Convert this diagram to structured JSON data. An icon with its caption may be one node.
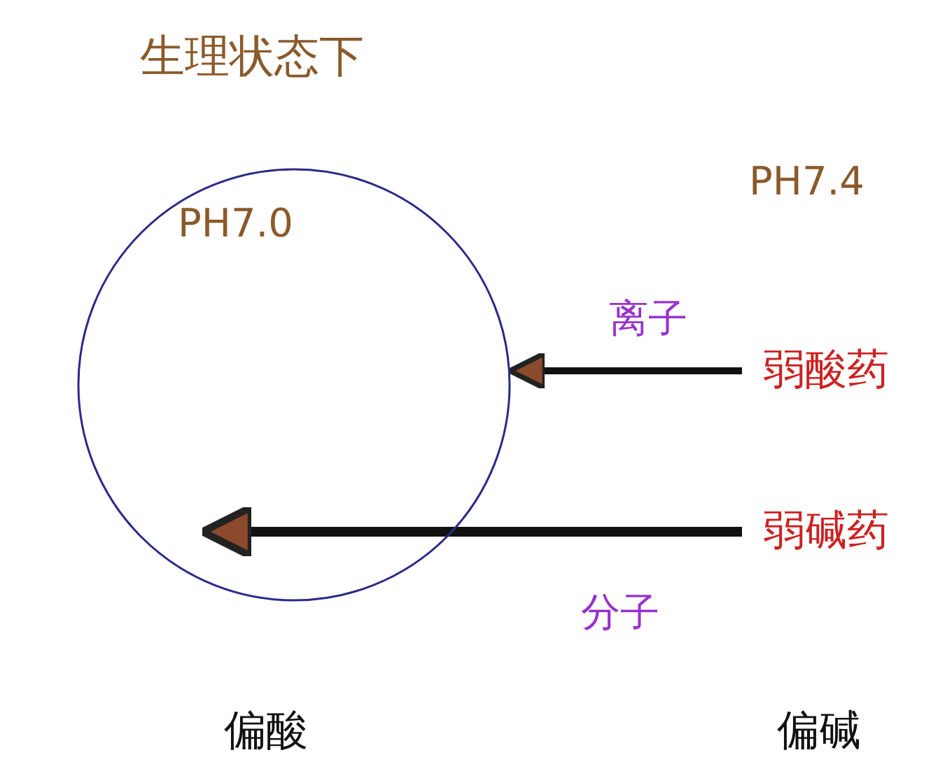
{
  "diagram": {
    "title": "生理状态下",
    "nodes": [
      {
        "text": [
          "PH7.0"
        ]
      },
      {
        "text": [
          "弱酸药"
        ]
      },
      {
        "text": [
          "弱碱药"
        ]
      }
    ],
    "edges": [
      {
        "from": 1,
        "to": 0,
        "arrow": "to",
        "label": "离子"
      },
      {
        "from": 2,
        "to": 0,
        "arrow": "to",
        "label": "分子"
      }
    ],
    "labels": [
      "PH7.4",
      "偏酸",
      "偏碱"
    ]
  }
}
